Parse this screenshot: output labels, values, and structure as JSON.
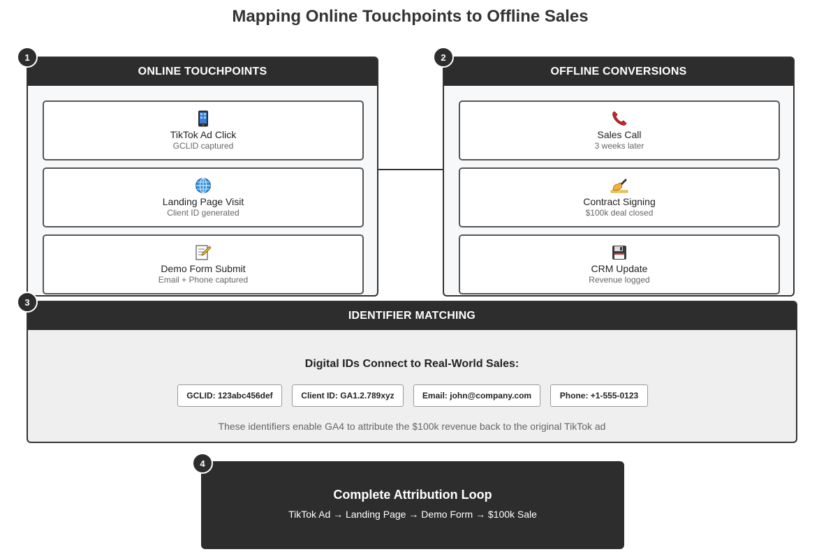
{
  "title": "Mapping Online Touchpoints to Offline Sales",
  "online": {
    "step": "1",
    "header": "ONLINE TOUCHPOINTS",
    "cards": [
      {
        "icon": "mobile-phone-icon",
        "title": "TikTok Ad Click",
        "subtitle": "GCLID captured"
      },
      {
        "icon": "globe-icon",
        "title": "Landing Page Visit",
        "subtitle": "Client ID generated"
      },
      {
        "icon": "memo-icon",
        "title": "Demo Form Submit",
        "subtitle": "Email + Phone captured"
      }
    ]
  },
  "offline": {
    "step": "2",
    "header": "OFFLINE CONVERSIONS",
    "cards": [
      {
        "icon": "telephone-receiver-icon",
        "title": "Sales Call",
        "subtitle": "3 weeks later"
      },
      {
        "icon": "writing-hand-icon",
        "title": "Contract Signing",
        "subtitle": "$100k deal closed"
      },
      {
        "icon": "floppy-disk-icon",
        "title": "CRM Update",
        "subtitle": "Revenue logged"
      }
    ]
  },
  "matching": {
    "step": "3",
    "header": "IDENTIFIER MATCHING",
    "heading": "Digital IDs Connect to Real-World Sales:",
    "identifiers": [
      "GCLID: 123abc456def",
      "Client ID: GA1.2.789xyz",
      "Email: john@company.com",
      "Phone: +1-555-0123"
    ],
    "note": "These identifiers enable GA4 to attribute the $100k revenue back to the original TikTok ad"
  },
  "loop": {
    "step": "4",
    "title": "Complete Attribution Loop",
    "flow": "TikTok Ad → Landing Page → Demo Form → $100k Sale"
  },
  "colors": {
    "header_bg": "#2d2d2d",
    "border": "#333333",
    "panel_bg": "#f7f8fa",
    "match_bg": "#efefef"
  }
}
